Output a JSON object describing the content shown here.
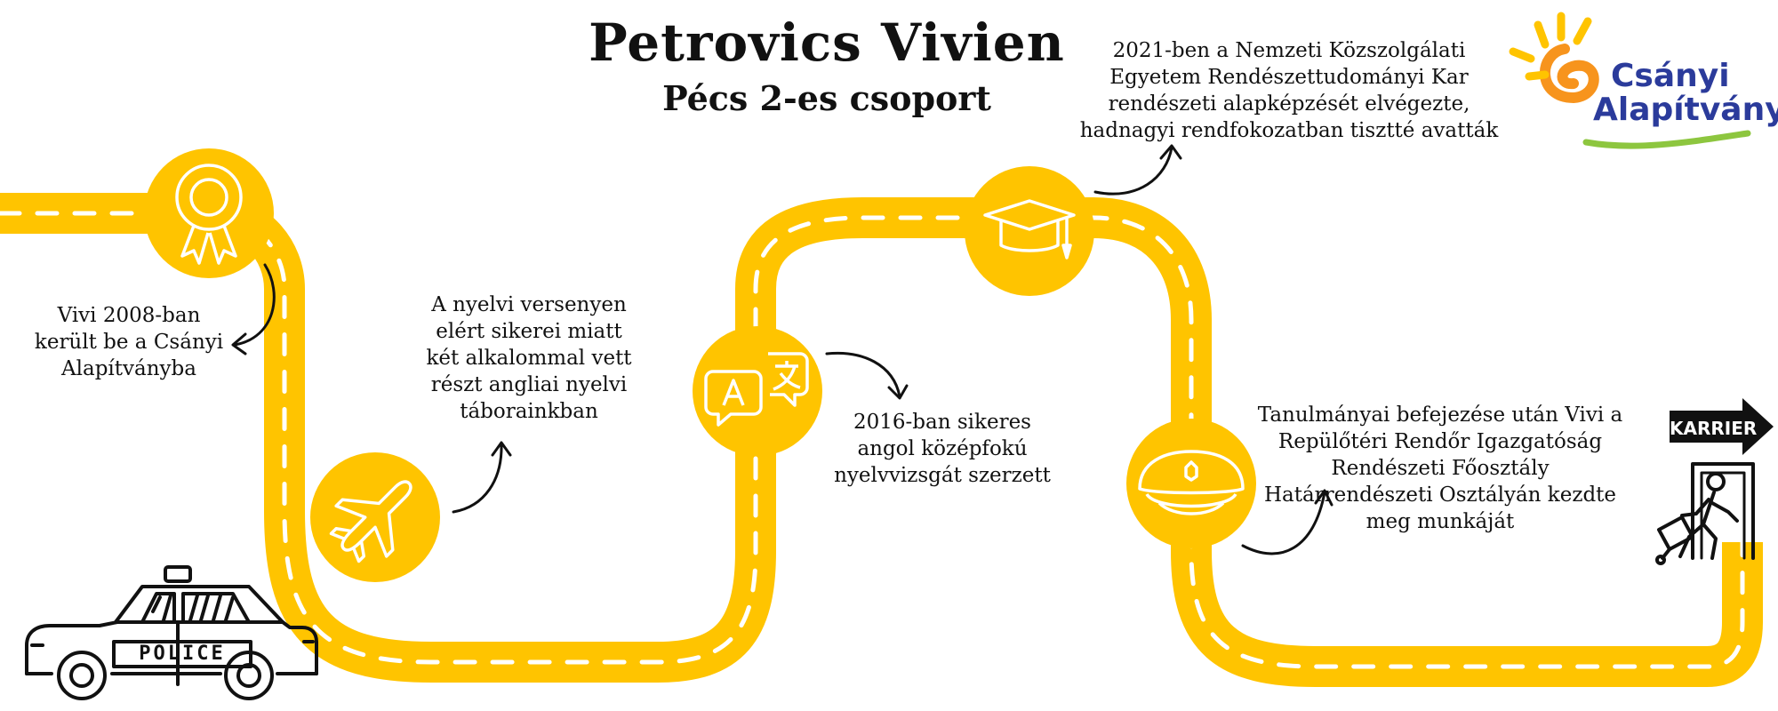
{
  "header": {
    "title": "Petrovics Vivien",
    "subtitle": "Pécs 2-es csoport"
  },
  "logo": {
    "line1": "Csányi",
    "line2": "Alapítvány",
    "icon": "sun-hand-logo-icon"
  },
  "milestones": [
    {
      "icon": "award-ribbon-icon",
      "lines": [
        "Vivi 2008-ban",
        "került be a Csányi",
        "Alapítványba"
      ]
    },
    {
      "icon": "airplane-icon",
      "lines": [
        "A nyelvi versenyen",
        "elért sikerei miatt",
        "két alkalommal vett",
        "részt angliai nyelvi",
        "táborainkban"
      ]
    },
    {
      "icon": "language-translate-icon",
      "lines": [
        "2016-ban sikeres",
        "angol középfokú",
        "nyelvvizsgát szerzett"
      ]
    },
    {
      "icon": "graduation-cap-icon",
      "lines": [
        "2021-ben a Nemzeti Közszolgálati",
        "Egyetem Rendészettudományi Kar",
        "rendészeti alapképzését elvégezte,",
        "hadnagyi rendfokozatban tisztté avatták"
      ]
    },
    {
      "icon": "police-cap-icon",
      "lines": [
        "Tanulmányai befejezése után Vivi a",
        "Repülőtéri Rendőr Igazgatóság",
        "Rendészeti Főosztály",
        "Határrendészeti Osztályán kezdte",
        "meg munkáját"
      ]
    }
  ],
  "career": {
    "label": "KARRIER",
    "icon": "person-exit-door-luggage-icon"
  },
  "car": {
    "label": "POLICE",
    "icon": "police-car-icon"
  },
  "colors": {
    "road": "#FFC400",
    "dash": "#ffffff",
    "ink": "#111111",
    "logo_blue": "#2b3b9b",
    "logo_orange": "#f7941d",
    "logo_green": "#8dc63f"
  }
}
